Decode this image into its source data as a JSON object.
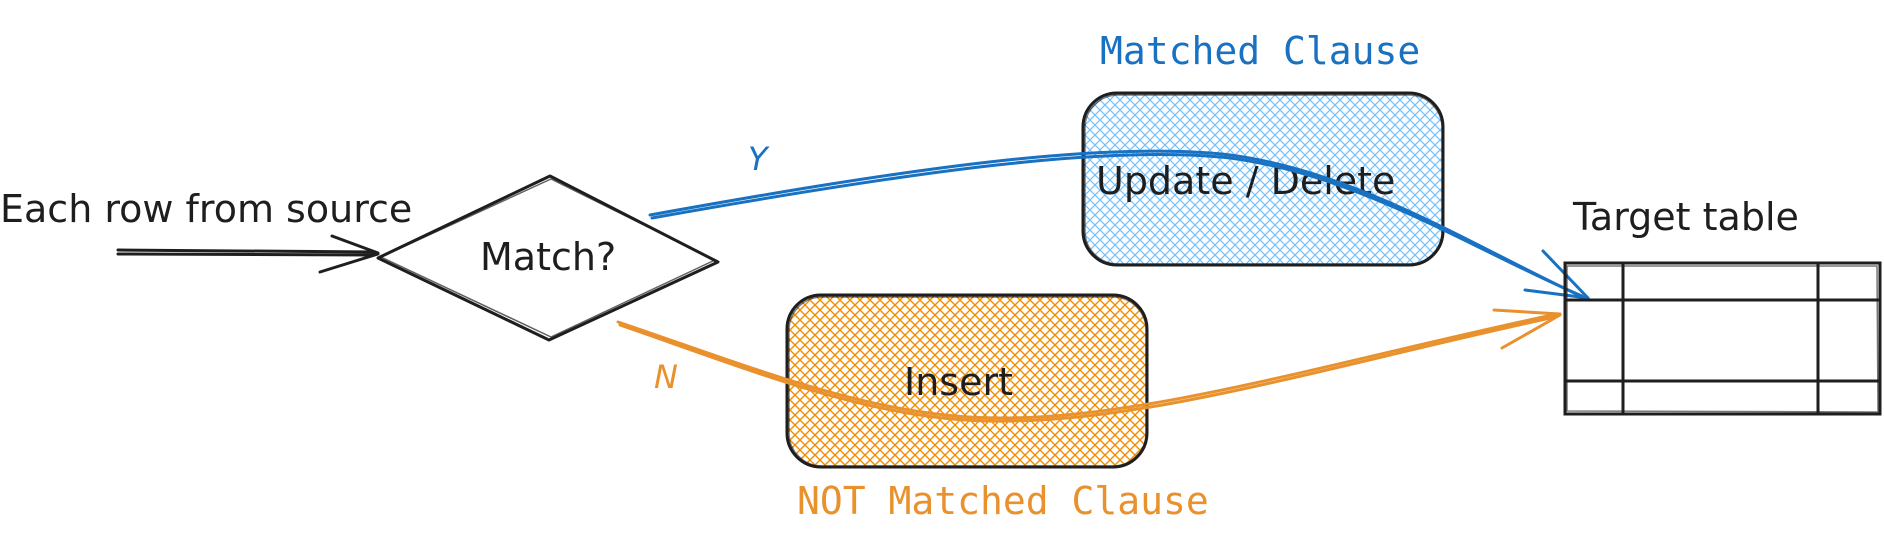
{
  "diagram": {
    "source_label": "Each row from source",
    "decision_label": "Match?",
    "yes_label": "Y",
    "no_label": "N",
    "matched_box_label": "Update / Delete",
    "matched_clause_label": "Matched Clause",
    "not_matched_box_label": "Insert",
    "not_matched_clause_label": "NOT Matched Clause",
    "target_label": "Target table"
  },
  "colors": {
    "ink": "#1e1e1e",
    "blue": "#1971c2",
    "orange": "#e8912d",
    "blue_fill": "#a5d8ff",
    "orange_fill": "#ffc078"
  },
  "icons": {
    "target": "table-grid-icon"
  }
}
